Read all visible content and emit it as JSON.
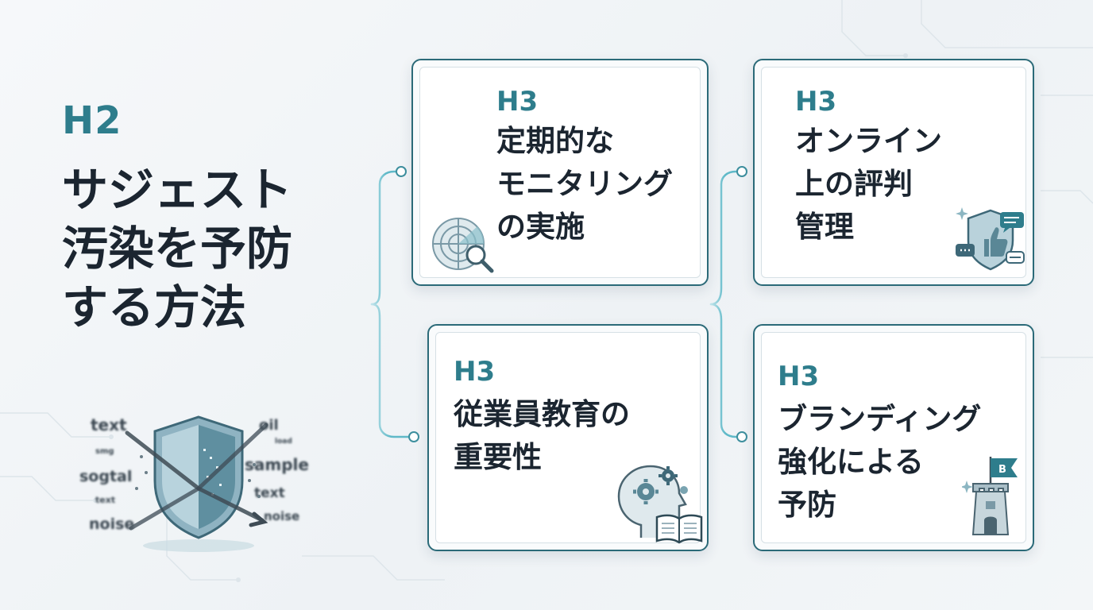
{
  "main_heading": {
    "tag": "H2",
    "lines": [
      "サジェスト",
      "汚染を予防",
      "する方法"
    ]
  },
  "cards": [
    {
      "tag": "H3",
      "lines": [
        "定期的な",
        "モニタリング",
        "の実施"
      ],
      "icon": "radar-magnifier-icon"
    },
    {
      "tag": "H3",
      "lines": [
        "オンライン",
        "上の評判",
        "管理"
      ],
      "icon": "shield-thumbs-up-icon"
    },
    {
      "tag": "H3",
      "lines": [
        "従業員教育の",
        "重要性"
      ],
      "icon": "head-gears-book-icon"
    },
    {
      "tag": "H3",
      "lines": [
        "ブランディング",
        "強化による",
        "予防"
      ],
      "icon": "castle-flag-icon"
    }
  ],
  "illustration": {
    "flag_letter": "B",
    "noise_words_left": [
      "text",
      "smg",
      "sogtal",
      "text",
      "noise"
    ],
    "noise_words_right": [
      "oil",
      "load",
      "sample",
      "text",
      "noise"
    ]
  },
  "colors": {
    "accent": "#2e7d8c",
    "border": "#2b6a78",
    "text": "#1b2530",
    "connector": "#5fb9c8"
  }
}
